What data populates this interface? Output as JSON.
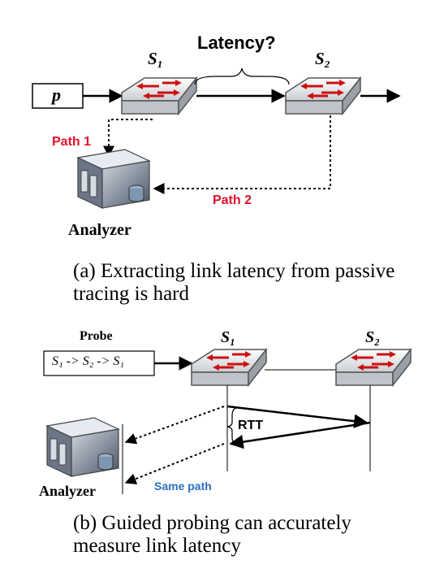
{
  "diagram_a": {
    "packet": "p",
    "switch1": "S₁",
    "switch2": "S₂",
    "latency": "Latency?",
    "path1": "Path 1",
    "path2": "Path 2",
    "analyzer": "Analyzer",
    "caption_prefix": "(a)",
    "caption": "(a) Extracting link latency from passive tracing is hard"
  },
  "diagram_b": {
    "probe": "Probe",
    "probe_route": "S₁ -> S₂ -> S₁",
    "switch1": "S₁",
    "switch2": "S₂",
    "rtt": "RTT",
    "analyzer": "Analyzer",
    "same_path": "Same path",
    "caption": "(b) Guided probing can accurately measure link latency"
  },
  "colors": {
    "path_label": "#e0102a",
    "same_path_label": "#2a6fc0",
    "line": "#000000"
  }
}
